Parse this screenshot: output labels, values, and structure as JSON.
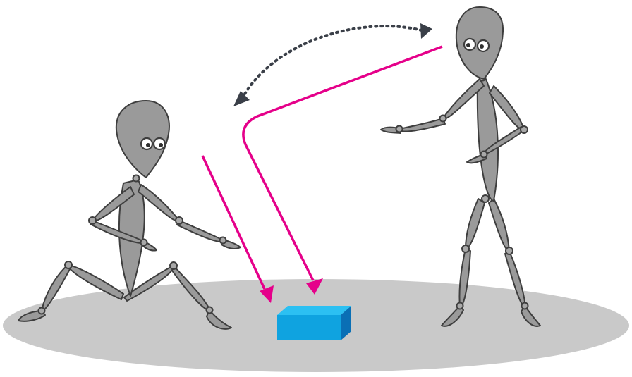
{
  "scene": {
    "description_visible_text": "",
    "colors": {
      "ground": "#c9c9c9",
      "figure_fill": "#9a9a9a",
      "figure_outline": "#3e3e3e",
      "gaze_arrow": "#e5008a",
      "mutual_gaze_arrow": "#3a3f48",
      "box_front": "#0fa3e0",
      "box_top": "#2cc0f2",
      "box_side": "#0a6fb5"
    },
    "elements": {
      "left_figure": "sitting-mannequin",
      "right_figure": "standing-mannequin",
      "object": "blue-box",
      "gaze_left": "pink-arrow-from-sitting-figure-to-box",
      "gaze_right": "pink-bent-arrow-from-standing-figure-to-box",
      "mutual_gaze": "dotted-double-headed-arrow-between-figures"
    }
  }
}
